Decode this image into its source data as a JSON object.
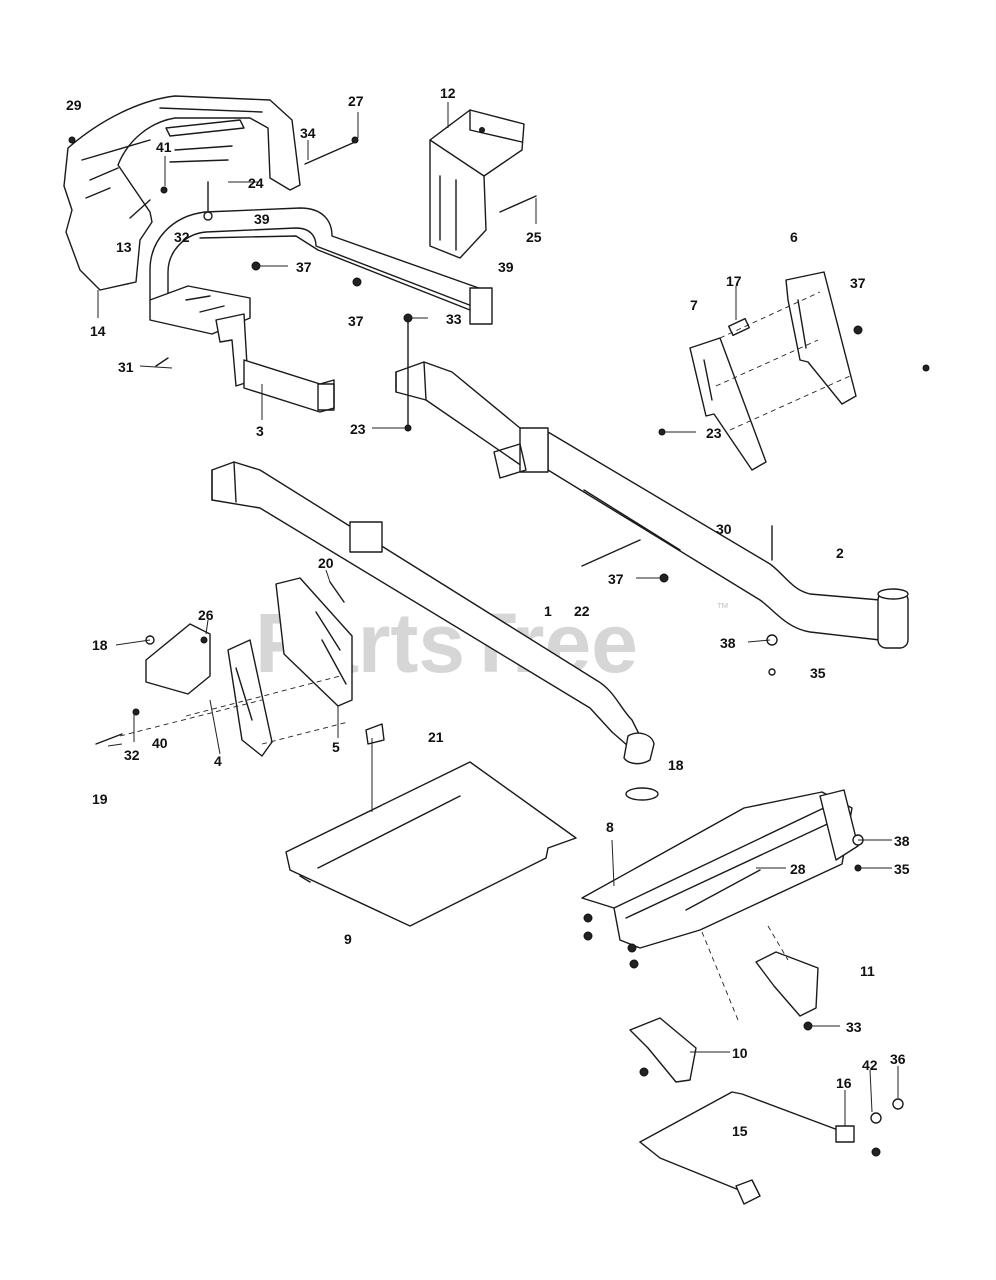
{
  "watermark": {
    "text": "PartsTree",
    "trademark": "™"
  },
  "callouts": [
    {
      "id": "29",
      "label": "29"
    },
    {
      "id": "27",
      "label": "27"
    },
    {
      "id": "12",
      "label": "12"
    },
    {
      "id": "41",
      "label": "41"
    },
    {
      "id": "34",
      "label": "34"
    },
    {
      "id": "24",
      "label": "24"
    },
    {
      "id": "25",
      "label": "25"
    },
    {
      "id": "32a",
      "label": "32"
    },
    {
      "id": "39a",
      "label": "39"
    },
    {
      "id": "13",
      "label": "13"
    },
    {
      "id": "6",
      "label": "6"
    },
    {
      "id": "37a",
      "label": "37"
    },
    {
      "id": "39b",
      "label": "39"
    },
    {
      "id": "14",
      "label": "14"
    },
    {
      "id": "37b",
      "label": "37"
    },
    {
      "id": "33a",
      "label": "33"
    },
    {
      "id": "7",
      "label": "7"
    },
    {
      "id": "17",
      "label": "17"
    },
    {
      "id": "37c",
      "label": "37"
    },
    {
      "id": "31",
      "label": "31"
    },
    {
      "id": "3",
      "label": "3"
    },
    {
      "id": "23a",
      "label": "23"
    },
    {
      "id": "23b",
      "label": "23"
    },
    {
      "id": "30",
      "label": "30"
    },
    {
      "id": "2",
      "label": "2"
    },
    {
      "id": "20",
      "label": "20"
    },
    {
      "id": "37d",
      "label": "37"
    },
    {
      "id": "26",
      "label": "26"
    },
    {
      "id": "1",
      "label": "1"
    },
    {
      "id": "22",
      "label": "22"
    },
    {
      "id": "18a",
      "label": "18"
    },
    {
      "id": "38a",
      "label": "38"
    },
    {
      "id": "35a",
      "label": "35"
    },
    {
      "id": "21",
      "label": "21"
    },
    {
      "id": "32b",
      "label": "32"
    },
    {
      "id": "40",
      "label": "40"
    },
    {
      "id": "5",
      "label": "5"
    },
    {
      "id": "4",
      "label": "4"
    },
    {
      "id": "19",
      "label": "19"
    },
    {
      "id": "18b",
      "label": "18"
    },
    {
      "id": "8",
      "label": "8"
    },
    {
      "id": "38b",
      "label": "38"
    },
    {
      "id": "28",
      "label": "28"
    },
    {
      "id": "35b",
      "label": "35"
    },
    {
      "id": "9",
      "label": "9"
    },
    {
      "id": "11",
      "label": "11"
    },
    {
      "id": "33b",
      "label": "33"
    },
    {
      "id": "10",
      "label": "10"
    },
    {
      "id": "42",
      "label": "42"
    },
    {
      "id": "36",
      "label": "36"
    },
    {
      "id": "16",
      "label": "16"
    },
    {
      "id": "15",
      "label": "15"
    }
  ]
}
